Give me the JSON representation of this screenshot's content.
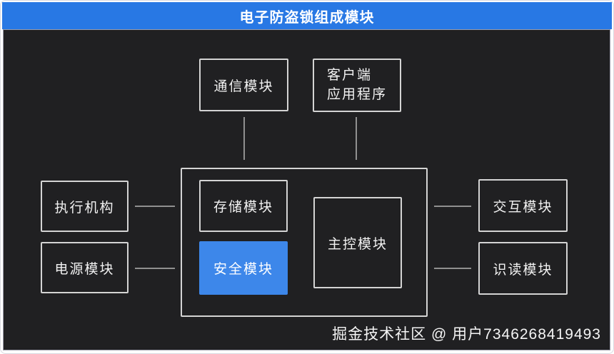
{
  "title": "电子防盗锁组成模块",
  "colors": {
    "header_blue": "#2878e4",
    "security_blue": "#3d87ea",
    "panel_bg": "#202022",
    "box_border": "#d4d4d4",
    "line_gray": "#909090"
  },
  "modules": {
    "communication": "通信模块",
    "client_app_line1": "客户端",
    "client_app_line2": "应用程序",
    "actuator": "执行机构",
    "power": "电源模块",
    "storage": "存储模块",
    "security": "安全模块",
    "main_control": "主控模块",
    "interaction": "交互模块",
    "reader": "识读模块"
  },
  "watermark": "掘金技术社区 @ 用户7346268419493"
}
